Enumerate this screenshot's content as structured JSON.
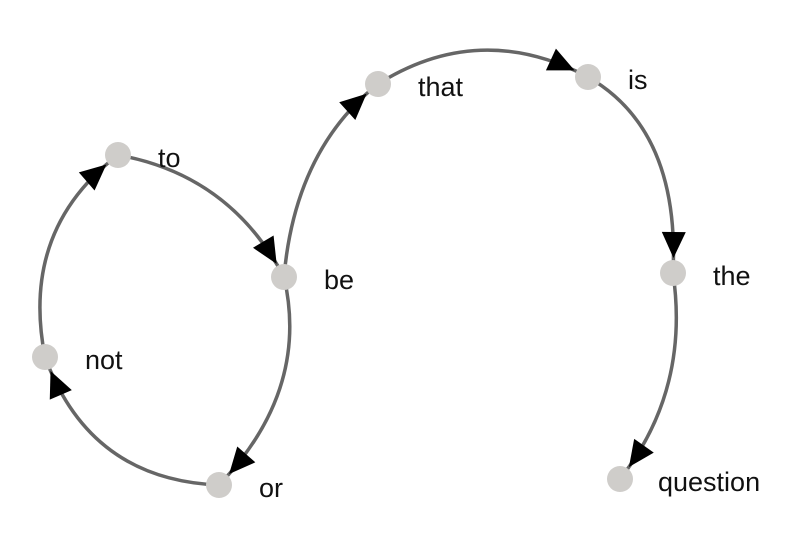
{
  "diagram": {
    "node_color": "#cfcdca",
    "edge_color": "#666666",
    "arrow_color": "#000000",
    "label_color": "#111111",
    "nodes": [
      {
        "id": "to",
        "label": "to"
      },
      {
        "id": "be",
        "label": "be"
      },
      {
        "id": "that",
        "label": "that"
      },
      {
        "id": "is",
        "label": "is"
      },
      {
        "id": "the",
        "label": "the"
      },
      {
        "id": "question",
        "label": "question"
      },
      {
        "id": "or",
        "label": "or"
      },
      {
        "id": "not",
        "label": "not"
      }
    ],
    "edges": [
      {
        "from": "to",
        "to": "be"
      },
      {
        "from": "be",
        "to": "that"
      },
      {
        "from": "that",
        "to": "is"
      },
      {
        "from": "is",
        "to": "the"
      },
      {
        "from": "the",
        "to": "question"
      },
      {
        "from": "be",
        "to": "or"
      },
      {
        "from": "or",
        "to": "not"
      },
      {
        "from": "not",
        "to": "to"
      }
    ]
  }
}
